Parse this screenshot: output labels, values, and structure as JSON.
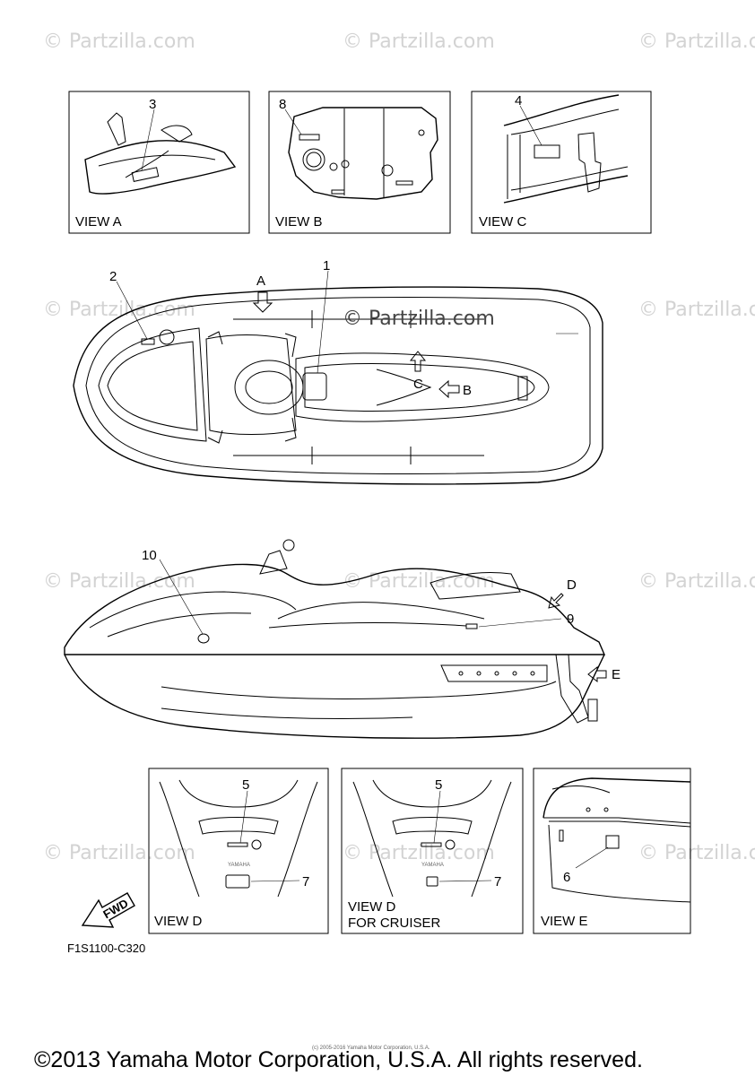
{
  "watermarks": {
    "text": "© Partzilla.com",
    "main": "© Partzilla.com"
  },
  "views": {
    "a": "VIEW A",
    "b": "VIEW B",
    "c": "VIEW C",
    "d": "VIEW D",
    "d_cruiser_1": "VIEW D",
    "d_cruiser_2": "FOR CRUISER",
    "e": "VIEW E"
  },
  "callouts": {
    "n1": "1",
    "n2": "2",
    "n3": "3",
    "n4": "4",
    "n5": "5",
    "n5b": "5",
    "n6": "6",
    "n7": "7",
    "n7b": "7",
    "n8": "8",
    "n9": "9",
    "n10": "10"
  },
  "direction_letters": {
    "a": "A",
    "b": "B",
    "c": "C",
    "d": "D",
    "e": "E"
  },
  "fwd": "FWD",
  "brand_small": "YAMAHA",
  "diagram_code": "F1S1100-C320",
  "fine_print": "(c) 2005-2016 Yamaha Motor Corporation, U.S.A.",
  "footer": "©2013 Yamaha Motor Corporation, U.S.A. All rights reserved."
}
